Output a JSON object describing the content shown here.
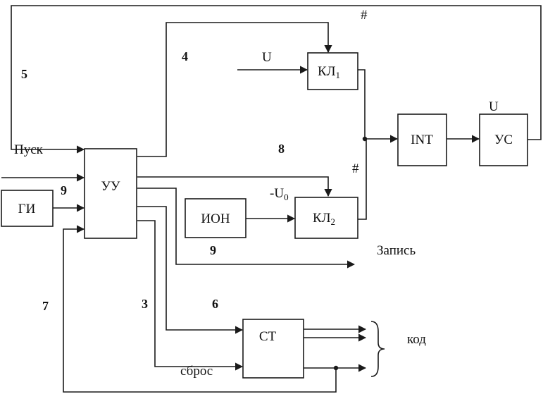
{
  "blocks": {
    "gi": "ГИ",
    "uu": "УУ",
    "kl1": "КЛ",
    "kl1_sub": "1",
    "kl2": "КЛ",
    "kl2_sub": "2",
    "ion": "ИОН",
    "int": "INT",
    "us": "УС",
    "ct": "СТ"
  },
  "signals": {
    "u_in": "U",
    "u_out": "U",
    "minus_u0": "-U",
    "minus_u0_sub": "0",
    "pusk": "Пуск",
    "zapis": "Запись",
    "sbros": "сброс",
    "kod": "код",
    "hash1": "#",
    "hash2": "#"
  },
  "numbers": {
    "n5": "5",
    "n4": "4",
    "n8": "8",
    "n9a": "9",
    "n9b": "9",
    "n7": "7",
    "n3": "3",
    "n6": "6"
  }
}
